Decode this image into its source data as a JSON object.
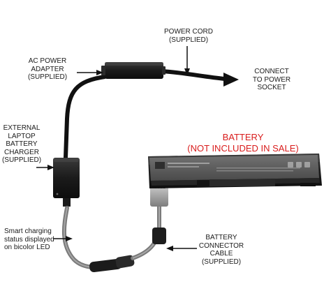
{
  "labels": {
    "power_cord": [
      "POWER CORD",
      "(SUPPLIED)"
    ],
    "ac_adapter": [
      "AC POWER",
      "ADAPTER",
      "(SUPPLIED)"
    ],
    "connect_to": [
      "CONNECT",
      "TO POWER",
      "SOCKET"
    ],
    "external_charger": [
      "EXTERNAL",
      "LAPTOP",
      "BATTERY",
      "CHARGER",
      "(SUPPLIED)"
    ],
    "battery_title": [
      "BATTERY",
      "(NOT INCLUDED IN SALE)"
    ],
    "smart_status": [
      "Smart charging",
      "status displayed",
      "on bicolor LED"
    ],
    "connector_cable": [
      "BATTERY",
      "CONNECTOR",
      "CABLE",
      "(SUPPLIED)"
    ]
  },
  "colors": {
    "text": "#1a1a1a",
    "warning": "#d91c1c",
    "cable": "#111111",
    "battery_body": "#1c1c1c",
    "battery_label": "#5a5a5a"
  }
}
